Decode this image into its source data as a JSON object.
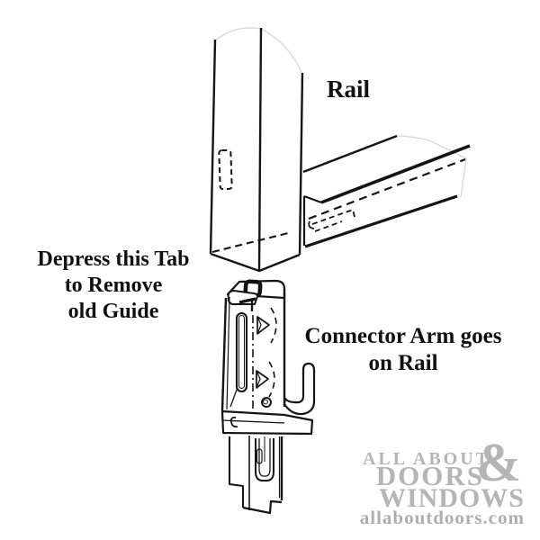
{
  "labels": {
    "rail": "Rail",
    "depress_tab": "Depress this Tab\nto Remove\nold Guide",
    "connector_arm": "Connector Arm goes\non Rail"
  },
  "watermark": {
    "line1": "ALL ABOUT",
    "ampersand": "&",
    "line2": "DOORS",
    "line3": "WINDOWS",
    "line4": "allaboutdoors.com"
  },
  "colors": {
    "background": "#ffffff",
    "line": "#151515",
    "faint_line": "#d8d8d8",
    "label_text": "#111111",
    "watermark_gray": "#b5b5b5"
  }
}
